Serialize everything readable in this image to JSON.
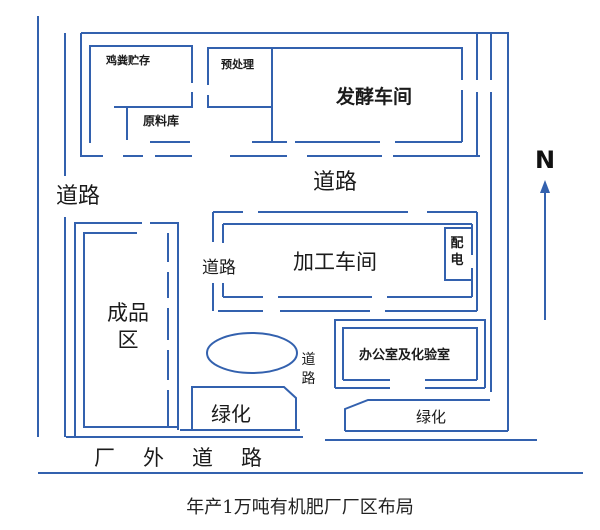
{
  "diagram": {
    "caption": "年产1万吨有机肥厂厂区布局",
    "compass": {
      "north_label": "N"
    },
    "buildings": {
      "manure_storage": "鸡粪贮存",
      "pretreatment": "预处理",
      "fermentation_workshop": "发酵车间",
      "raw_material_store": "原料库",
      "finished_product_area": "成品区",
      "processing_workshop": "加工车间",
      "power_distribution": "配电",
      "office_and_lab": "办公室及化验室",
      "green_area_left": "绿化",
      "green_area_right": "绿化"
    },
    "roads": {
      "road_west": "道路",
      "road_north": "道路",
      "road_inner": "道路",
      "road_small_vertical": "道路",
      "outer_factory_road": "厂外道路"
    },
    "colors": {
      "line_blue": "#3361ae",
      "text_dark": "#1b1b1b"
    }
  }
}
